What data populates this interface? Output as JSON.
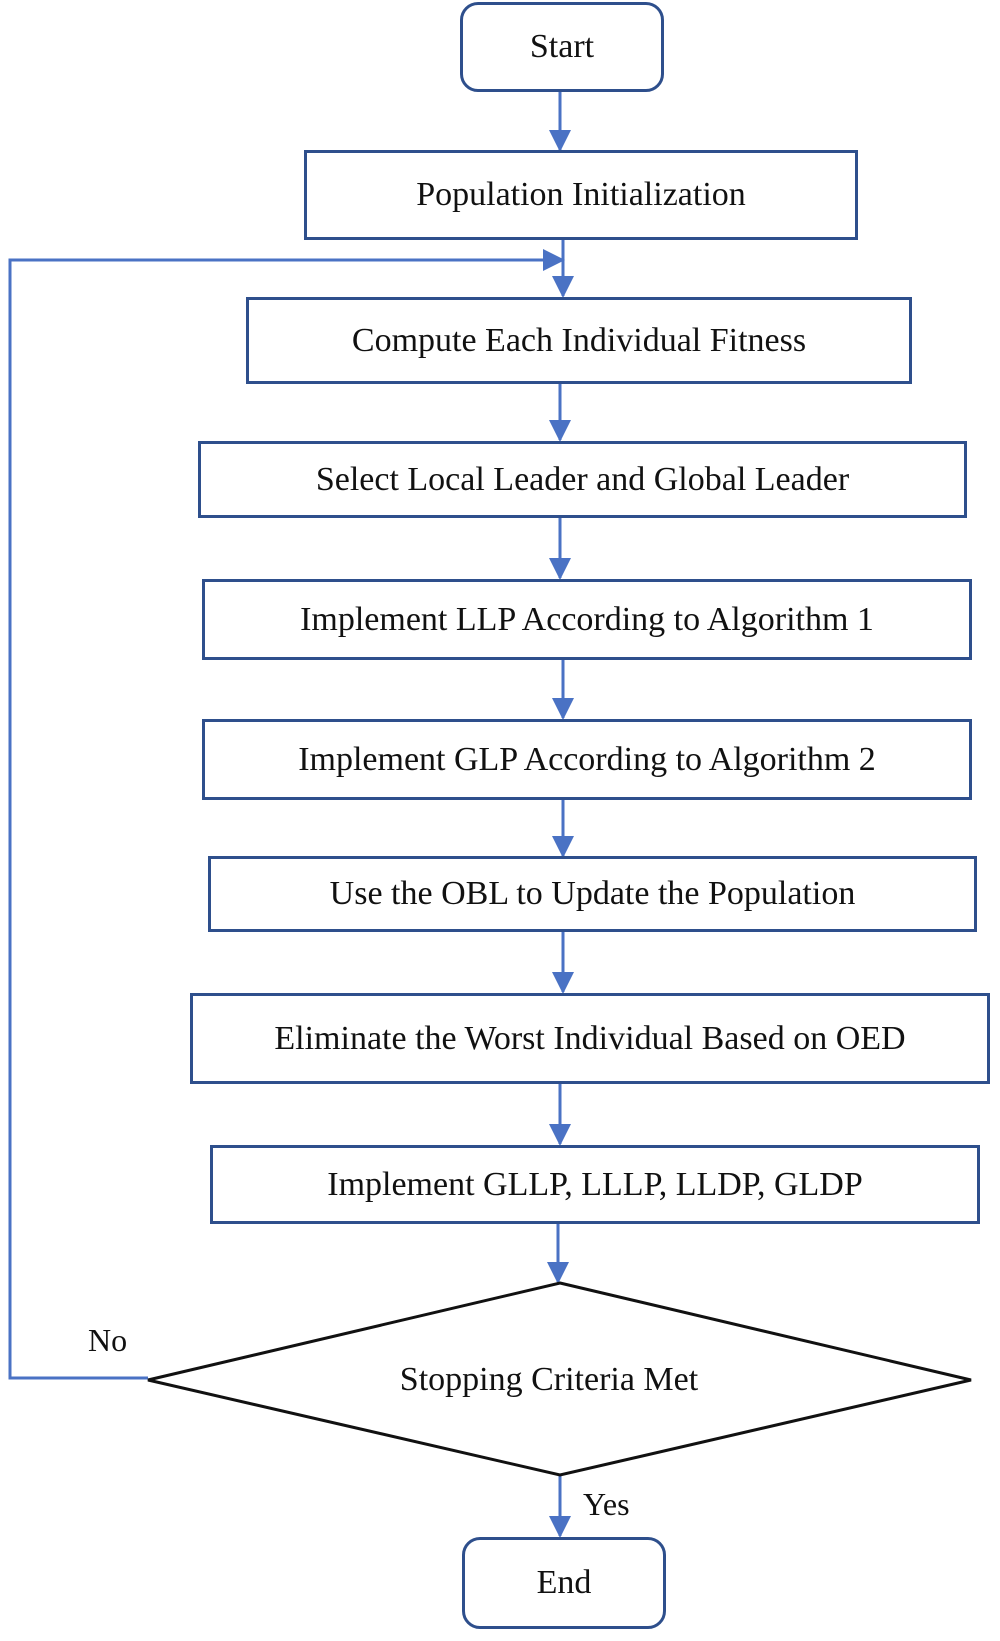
{
  "diagram": {
    "nodes": [
      {
        "id": "start",
        "label": "Start"
      },
      {
        "id": "init",
        "label": "Population Initialization"
      },
      {
        "id": "fitness",
        "label": "Compute Each Individual Fitness"
      },
      {
        "id": "leaders",
        "label": "Select Local Leader and Global Leader"
      },
      {
        "id": "llp",
        "label": "Implement LLP According to Algorithm 1"
      },
      {
        "id": "glp",
        "label": "Implement GLP According to Algorithm 2"
      },
      {
        "id": "obl",
        "label": "Use the OBL to Update the Population"
      },
      {
        "id": "eliminate",
        "label": "Eliminate the Worst Individual Based on OED"
      },
      {
        "id": "phases",
        "label": "Implement GLLP, LLLP, LLDP, GLDP"
      },
      {
        "id": "decision",
        "label": "Stopping Criteria Met"
      },
      {
        "id": "end",
        "label": "End"
      }
    ],
    "edges": [
      {
        "from": "start",
        "to": "init",
        "label": ""
      },
      {
        "from": "init",
        "to": "fitness",
        "label": ""
      },
      {
        "from": "fitness",
        "to": "leaders",
        "label": ""
      },
      {
        "from": "leaders",
        "to": "llp",
        "label": ""
      },
      {
        "from": "llp",
        "to": "glp",
        "label": ""
      },
      {
        "from": "glp",
        "to": "obl",
        "label": ""
      },
      {
        "from": "obl",
        "to": "eliminate",
        "label": ""
      },
      {
        "from": "eliminate",
        "to": "phases",
        "label": ""
      },
      {
        "from": "phases",
        "to": "decision",
        "label": ""
      },
      {
        "from": "decision",
        "to": "end",
        "label": "Yes"
      },
      {
        "from": "decision",
        "to": "fitness",
        "label": "No"
      }
    ],
    "colors": {
      "line": "#4a72c4",
      "border": "#2e4f8c"
    }
  }
}
